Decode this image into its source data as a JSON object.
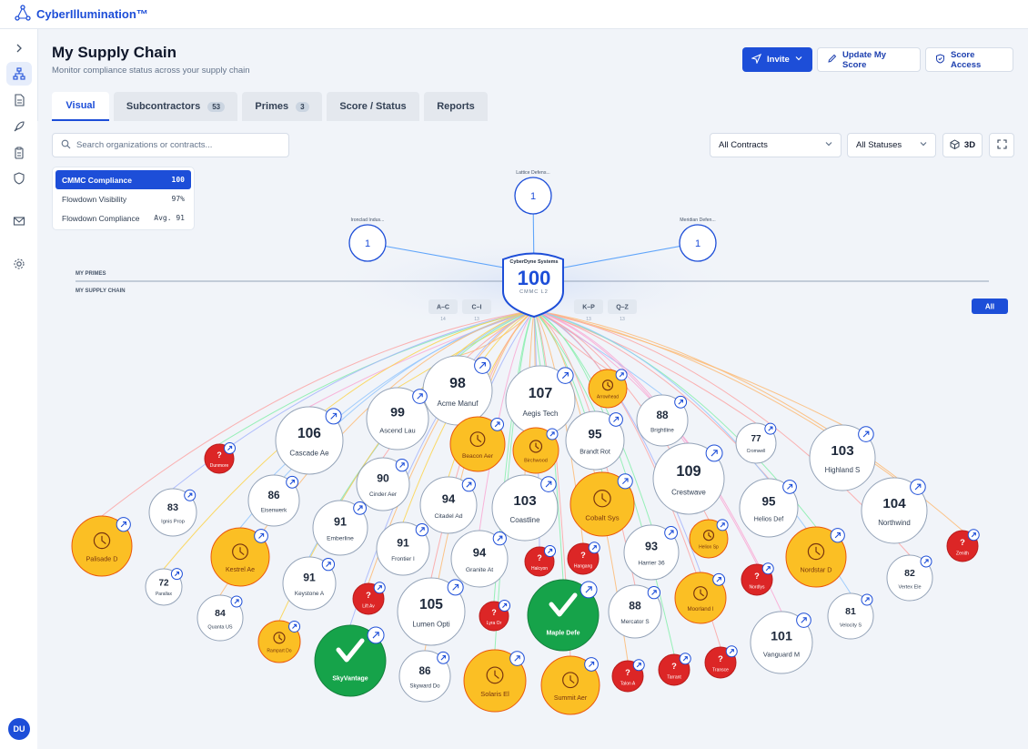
{
  "app": {
    "name": "CyberIllumination™"
  },
  "user": {
    "initials": "DU"
  },
  "page": {
    "title": "My Supply Chain",
    "subtitle": "Monitor compliance status across your supply chain"
  },
  "actions": {
    "invite": "Invite",
    "update_score": "Update My Score",
    "score_access": "Score Access"
  },
  "tabs": [
    {
      "label": "Visual",
      "active": true
    },
    {
      "label": "Subcontractors",
      "count": "53"
    },
    {
      "label": "Primes",
      "count": "3"
    },
    {
      "label": "Score / Status"
    },
    {
      "label": "Reports"
    }
  ],
  "search": {
    "placeholder": "Search organizations or contracts..."
  },
  "filters": {
    "contracts": "All Contracts",
    "statuses": "All Statuses",
    "view_3d": "3D"
  },
  "metrics": [
    {
      "label": "CMMC Compliance",
      "value": "100",
      "active": true
    },
    {
      "label": "Flowdown Visibility",
      "value": "97%"
    },
    {
      "label": "Flowdown Compliance",
      "value": "Avg. 91"
    }
  ],
  "graph": {
    "section_primes": "MY PRIMES",
    "section_chain": "MY SUPPLY CHAIN",
    "center": {
      "name": "CyberDyne Systems",
      "score": "100",
      "level": "CMMC L2"
    },
    "primes": [
      {
        "name": "Lattice Defens...",
        "value": "1"
      },
      {
        "name": "Ironclad Indus...",
        "value": "1"
      },
      {
        "name": "Meridian Defen...",
        "value": "1"
      }
    ],
    "groups": [
      {
        "label": "A–C",
        "count": "14"
      },
      {
        "label": "C–I",
        "count": "13"
      },
      {
        "label": "K–P",
        "count": "13"
      },
      {
        "label": "Q–Z",
        "count": "13"
      }
    ],
    "all_label": "All",
    "nodes": [
      {
        "name": "Acme Manuf",
        "status": "score",
        "score": "98"
      },
      {
        "name": "Aegis Tech",
        "status": "score",
        "score": "107"
      },
      {
        "name": "Arrowhead",
        "status": "pending"
      },
      {
        "name": "Brightline",
        "status": "score",
        "score": "88"
      },
      {
        "name": "Ascend Lau",
        "status": "score",
        "score": "99"
      },
      {
        "name": "Cascade Ae",
        "status": "score",
        "score": "106"
      },
      {
        "name": "Beacon Aer",
        "status": "pending"
      },
      {
        "name": "Birchwood",
        "status": "pending"
      },
      {
        "name": "Brandt Rot",
        "status": "score",
        "score": "95"
      },
      {
        "name": "Cromwell",
        "status": "score",
        "score": "77"
      },
      {
        "name": "Highland S",
        "status": "score",
        "score": "103"
      },
      {
        "name": "Dunmore",
        "status": "unknown"
      },
      {
        "name": "Cinder Aer",
        "status": "score",
        "score": "90"
      },
      {
        "name": "Eisenwerk",
        "status": "score",
        "score": "86"
      },
      {
        "name": "Citadel Ad",
        "status": "score",
        "score": "94"
      },
      {
        "name": "Crestwave",
        "status": "score",
        "score": "109"
      },
      {
        "name": "Ignis Prop",
        "status": "score",
        "score": "83"
      },
      {
        "name": "Coastline",
        "status": "score",
        "score": "103"
      },
      {
        "name": "Cobalt Sys",
        "status": "pending"
      },
      {
        "name": "Helios Def",
        "status": "score",
        "score": "95"
      },
      {
        "name": "Northwind",
        "status": "score",
        "score": "104"
      },
      {
        "name": "Emberline",
        "status": "score",
        "score": "91"
      },
      {
        "name": "Palisade D",
        "status": "pending"
      },
      {
        "name": "Kestrel Ae",
        "status": "pending"
      },
      {
        "name": "Frontier I",
        "status": "score",
        "score": "91"
      },
      {
        "name": "Granite At",
        "status": "score",
        "score": "94"
      },
      {
        "name": "Halcyon",
        "status": "unknown"
      },
      {
        "name": "Hangang",
        "status": "unknown"
      },
      {
        "name": "Harrier 36",
        "status": "score",
        "score": "93"
      },
      {
        "name": "Helion Sp",
        "status": "pending"
      },
      {
        "name": "Zenith",
        "status": "unknown"
      },
      {
        "name": "Nordstar D",
        "status": "pending"
      },
      {
        "name": "Vertex Ele",
        "status": "score",
        "score": "82"
      },
      {
        "name": "Keystone A",
        "status": "score",
        "score": "91"
      },
      {
        "name": "Parallax",
        "status": "score",
        "score": "72"
      },
      {
        "name": "Nordlys",
        "status": "unknown"
      },
      {
        "name": "Moorland I",
        "status": "pending"
      },
      {
        "name": "Lift Av",
        "status": "unknown"
      },
      {
        "name": "Maple Defe",
        "status": "compliant"
      },
      {
        "name": "Lumen Opti",
        "status": "score",
        "score": "105"
      },
      {
        "name": "Quanta US",
        "status": "score",
        "score": "84"
      },
      {
        "name": "Lyra Or",
        "status": "unknown"
      },
      {
        "name": "Mercator S",
        "status": "score",
        "score": "88"
      },
      {
        "name": "Velocity S",
        "status": "score",
        "score": "81"
      },
      {
        "name": "Rampart Do",
        "status": "pending"
      },
      {
        "name": "Vanguard M",
        "status": "score",
        "score": "101"
      },
      {
        "name": "SkyVantage",
        "status": "compliant"
      },
      {
        "name": "Talon A",
        "status": "unknown"
      },
      {
        "name": "Tarrant",
        "status": "unknown"
      },
      {
        "name": "Transce",
        "status": "unknown"
      },
      {
        "name": "Skyward Do",
        "status": "score",
        "score": "86"
      },
      {
        "name": "Solaris El",
        "status": "pending"
      },
      {
        "name": "Summit Aer",
        "status": "pending"
      }
    ]
  },
  "colors": {
    "accent": "#1d4ed8",
    "pending": "#fbbf24",
    "unknown": "#dc2626",
    "compliant": "#16a34a"
  }
}
